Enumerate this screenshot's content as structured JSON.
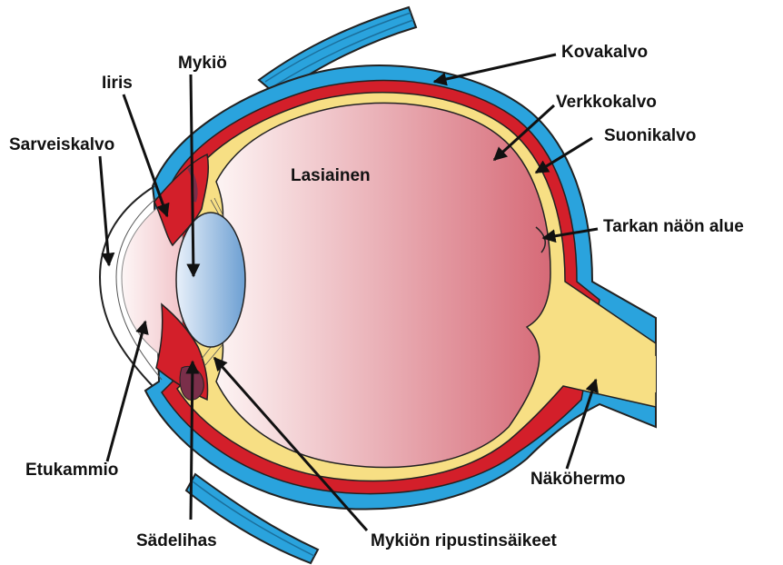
{
  "labels": {
    "kovakalvo": "Kovakalvo",
    "verkkokalvo": "Verkkokalvo",
    "suonikalvo": "Suonikalvo",
    "tarkan_naon_alue": "Tarkan näön alue",
    "nakohermo": "Näköhermo",
    "mykion_ripustinsaikeet": "Mykiön ripustinsäikeet",
    "sadelihas": "Sädelihas",
    "etukammio": "Etukammio",
    "sarveiskalvo": "Sarveiskalvo",
    "iiris": "Iiris",
    "mykio": "Mykiö",
    "lasiainen": "Lasiainen"
  },
  "colors": {
    "sclera": "#2aa3dd",
    "choroid": "#d31f2a",
    "retina": "#f7df84",
    "vitreous_light": "#fbe9ea",
    "vitreous_dark": "#d96b78",
    "lens_light": "#dfeaf7",
    "lens_dark": "#6a9fd3",
    "muscle": "#7a2f4a",
    "outline": "#222222"
  }
}
